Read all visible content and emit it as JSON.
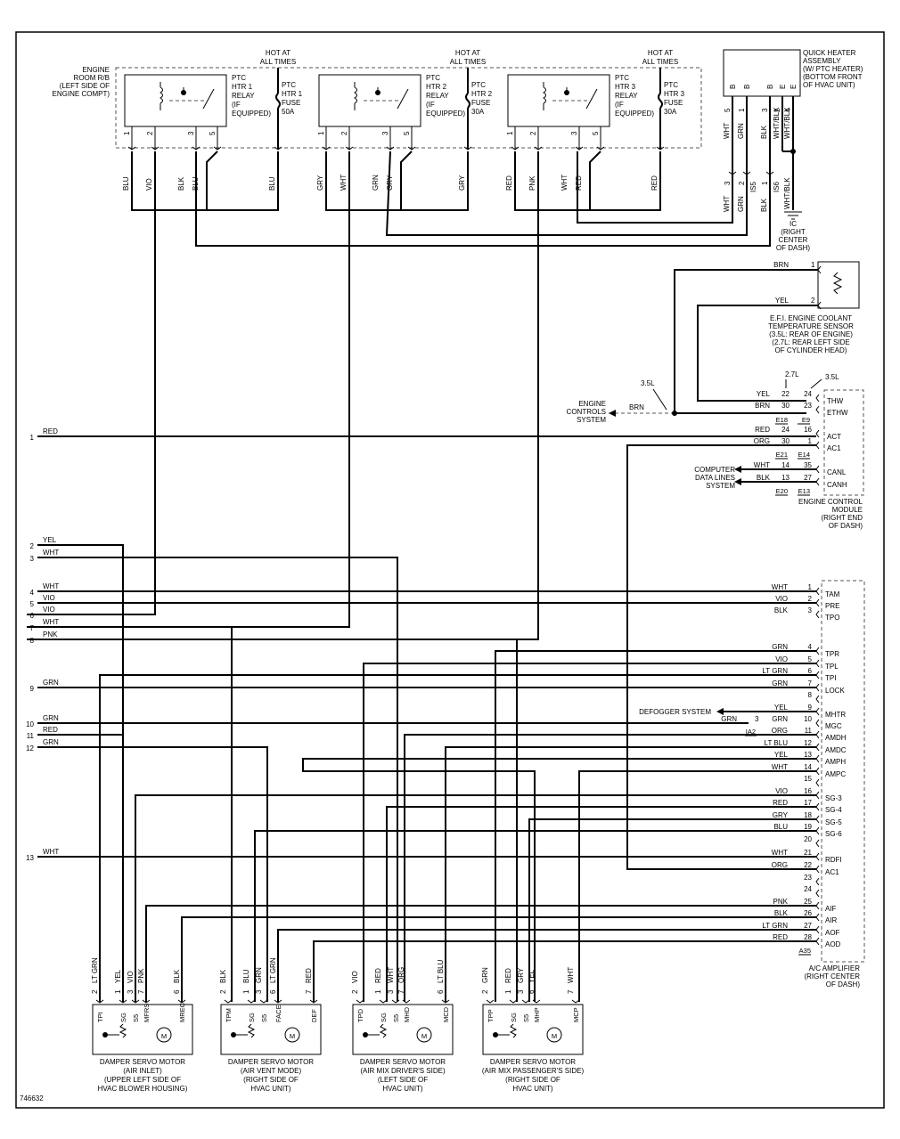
{
  "hot_label": [
    "HOT AT",
    "ALL TIMES"
  ],
  "engine_rb": [
    "ENGINE",
    "ROOM R/B",
    "(LEFT SIDE OF",
    "ENGINE COMPT)"
  ],
  "relays": [
    {
      "lines": [
        "PTC",
        "HTR 1",
        "RELAY",
        "(IF",
        "EQUIPPED)"
      ],
      "fuse": [
        "PTC",
        "HTR 1",
        "FUSE",
        "50A"
      ],
      "pins": [
        "1",
        "2",
        "3",
        "5"
      ],
      "wires": [
        "BLU",
        "VIO",
        "BLK",
        "BLU",
        "BLU"
      ]
    },
    {
      "lines": [
        "PTC",
        "HTR 2",
        "RELAY",
        "(IF",
        "EQUIPPED)"
      ],
      "fuse": [
        "PTC",
        "HTR 2",
        "FUSE",
        "30A"
      ],
      "pins": [
        "1",
        "2",
        "3",
        "5"
      ],
      "wires": [
        "GRY",
        "WHT",
        "GRN",
        "GRY",
        "GRY"
      ]
    },
    {
      "lines": [
        "PTC",
        "HTR 3",
        "RELAY",
        "(IF",
        "EQUIPPED)"
      ],
      "fuse": [
        "PTC",
        "HTR 3",
        "FUSE",
        "30A"
      ],
      "pins": [
        "1",
        "2",
        "3",
        "5"
      ],
      "wires": [
        "RED",
        "PNK",
        "WHT",
        "RED",
        "RED"
      ]
    }
  ],
  "quick_heater": {
    "title": [
      "QUICK HEATER",
      "ASSEMBLY",
      "(W/ PTC HEATER)",
      "(BOTTOM FRONT",
      "OF HVAC UNIT)"
    ],
    "terms": [
      "B",
      "B",
      "B",
      "E",
      "E"
    ],
    "pins": [
      "5",
      "1",
      "3",
      "2",
      "4"
    ],
    "wires": [
      "WHT",
      "GRN",
      "BLK",
      "WHT/BLK",
      "WHT/BLK"
    ],
    "lower_wires": [
      "WHT",
      "GRN",
      "BLK",
      "WHT/BLK"
    ],
    "lower_pins": [
      "3",
      "2",
      "1"
    ],
    "connectors": [
      "IS5",
      "IS6"
    ],
    "ground": [
      "IC",
      "(RIGHT",
      "CENTER",
      "OF DASH)"
    ]
  },
  "sensor": {
    "title": [
      "E.F.I. ENGINE COOLANT",
      "TEMPERATURE SENSOR",
      "(3.5L: REAR OF ENGINE)",
      "(2.7L: REAR LEFT SIDE",
      "OF CYLINDER HEAD)"
    ],
    "pins": [
      "1",
      "2"
    ],
    "wires": [
      "BRN",
      "YEL"
    ]
  },
  "engine_controls": {
    "label": [
      "ENGINE",
      "CONTROLS",
      "SYSTEM"
    ],
    "wire": "BRN",
    "engine": "3.5L"
  },
  "ecm": {
    "title": [
      "ENGINE CONTROL",
      "MODULE",
      "(RIGHT END",
      "OF DASH)"
    ],
    "engines": [
      "2.7L",
      "3.5L"
    ],
    "rows": [
      {
        "wire": "YEL",
        "p1": "22",
        "p2": "24",
        "term": "THW"
      },
      {
        "wire": "BRN",
        "p1": "30",
        "p2": "23",
        "term": "ETHW"
      },
      {
        "wire": "RED",
        "p1": "24",
        "p2": "16",
        "term": "ACT"
      },
      {
        "wire": "ORG",
        "p1": "30",
        "p2": "1",
        "term": "AC1"
      },
      {
        "wire": "WHT",
        "p1": "14",
        "p2": "35",
        "term": "CANL"
      },
      {
        "wire": "BLK",
        "p1": "13",
        "p2": "27",
        "term": "CANH"
      }
    ],
    "connectors": [
      "E18",
      "E9",
      "E21",
      "E14",
      "E20",
      "E13"
    ]
  },
  "computer_data": [
    "COMPUTER",
    "DATA LINES",
    "SYSTEM"
  ],
  "defogger": {
    "label": "DEFOGGER SYSTEM",
    "wire": "GRN",
    "pin": "3",
    "connector": "IA2"
  },
  "left_lines": [
    {
      "num": "1",
      "wire": "RED"
    },
    {
      "num": "2",
      "wire": "YEL"
    },
    {
      "num": "3",
      "wire": "WHT"
    },
    {
      "num": "4",
      "wire": "WHT"
    },
    {
      "num": "5",
      "wire": "VIO"
    },
    {
      "num": "6",
      "wire": "VIO"
    },
    {
      "num": "7",
      "wire": "WHT"
    },
    {
      "num": "8",
      "wire": "PNK"
    },
    {
      "num": "9",
      "wire": "GRN"
    },
    {
      "num": "10",
      "wire": "GRN"
    },
    {
      "num": "11",
      "wire": "RED"
    },
    {
      "num": "12",
      "wire": "GRN"
    },
    {
      "num": "13",
      "wire": "WHT"
    }
  ],
  "amplifier": {
    "title": [
      "A/C AMPLIFIER",
      "(RIGHT CENTER",
      "OF DASH)"
    ],
    "connector": "A35",
    "rows": [
      {
        "pin": "1",
        "wire": "WHT",
        "term": "TAM"
      },
      {
        "pin": "2",
        "wire": "VIO",
        "term": "PRE"
      },
      {
        "pin": "3",
        "wire": "BLK",
        "term": "TPO"
      },
      {
        "pin": "4",
        "wire": "GRN",
        "term": "TPR"
      },
      {
        "pin": "5",
        "wire": "VIO",
        "term": "TPL"
      },
      {
        "pin": "6",
        "wire": "LT GRN",
        "term": "TPI"
      },
      {
        "pin": "7",
        "wire": "GRN",
        "term": "LOCK"
      },
      {
        "pin": "8",
        "wire": "",
        "term": ""
      },
      {
        "pin": "9",
        "wire": "YEL",
        "term": "MHTR"
      },
      {
        "pin": "10",
        "wire": "GRN",
        "term": "MGC"
      },
      {
        "pin": "11",
        "wire": "ORG",
        "term": "AMDH"
      },
      {
        "pin": "12",
        "wire": "LT BLU",
        "term": "AMDC"
      },
      {
        "pin": "13",
        "wire": "YEL",
        "term": "AMPH"
      },
      {
        "pin": "14",
        "wire": "WHT",
        "term": "AMPC"
      },
      {
        "pin": "15",
        "wire": "",
        "term": ""
      },
      {
        "pin": "16",
        "wire": "VIO",
        "term": "SG-3"
      },
      {
        "pin": "17",
        "wire": "RED",
        "term": "SG-4"
      },
      {
        "pin": "18",
        "wire": "GRY",
        "term": "SG-5"
      },
      {
        "pin": "19",
        "wire": "BLU",
        "term": "SG-6"
      },
      {
        "pin": "20",
        "wire": "",
        "term": ""
      },
      {
        "pin": "21",
        "wire": "WHT",
        "term": "RDFI"
      },
      {
        "pin": "22",
        "wire": "ORG",
        "term": "AC1"
      },
      {
        "pin": "23",
        "wire": "",
        "term": ""
      },
      {
        "pin": "24",
        "wire": "",
        "term": ""
      },
      {
        "pin": "25",
        "wire": "PNK",
        "term": "AIF"
      },
      {
        "pin": "26",
        "wire": "BLK",
        "term": "AIR"
      },
      {
        "pin": "27",
        "wire": "LT GRN",
        "term": "AOF"
      },
      {
        "pin": "28",
        "wire": "RED",
        "term": "AOD"
      }
    ]
  },
  "motors": [
    {
      "title": [
        "DAMPER SERVO MOTOR",
        "(AIR INLET)",
        "(UPPER LEFT SIDE OF",
        "HVAC BLOWER HOUSING)"
      ],
      "pins": [
        {
          "n": "2",
          "w": "LT GRN"
        },
        {
          "n": "1",
          "w": "YEL"
        },
        {
          "n": "3",
          "w": "VIO"
        },
        {
          "n": "7",
          "w": "PNK"
        },
        {
          "n": "6",
          "w": "BLK"
        }
      ],
      "terms": [
        "TPI",
        "SG",
        "S5",
        "MFRS",
        "MREC"
      ]
    },
    {
      "title": [
        "DAMPER SERVO MOTOR",
        "(AIR VENT MODE)",
        "(RIGHT SIDE OF",
        "HVAC UNIT)"
      ],
      "pins": [
        {
          "n": "2",
          "w": "BLK"
        },
        {
          "n": "1",
          "w": "BLU"
        },
        {
          "n": "3",
          "w": "GRN"
        },
        {
          "n": "6",
          "w": "LT GRN"
        },
        {
          "n": "7",
          "w": "RED"
        }
      ],
      "terms": [
        "TPM",
        "SG",
        "S5",
        "FACE",
        "DEF"
      ]
    },
    {
      "title": [
        "DAMPER SERVO MOTOR",
        "(AIR MIX DRIVER'S SIDE)",
        "(LEFT SIDE OF",
        "HVAC UNIT)"
      ],
      "pins": [
        {
          "n": "2",
          "w": "VIO"
        },
        {
          "n": "1",
          "w": "RED"
        },
        {
          "n": "3",
          "w": "WHT"
        },
        {
          "n": "7",
          "w": "ORG"
        },
        {
          "n": "6",
          "w": "LT BLU"
        }
      ],
      "terms": [
        "TPD",
        "SG",
        "S5",
        "MHD",
        "MCD"
      ]
    },
    {
      "title": [
        "DAMPER SERVO MOTOR",
        "(AIR MIX PASSENGER'S SIDE)",
        "(RIGHT SIDE OF",
        "HVAC UNIT)"
      ],
      "pins": [
        {
          "n": "2",
          "w": "GRN"
        },
        {
          "n": "1",
          "w": "RED"
        },
        {
          "n": "3",
          "w": "GRY"
        },
        {
          "n": "6",
          "w": "YEL"
        },
        {
          "n": "7",
          "w": "WHT"
        }
      ],
      "terms": [
        "TPP",
        "SG",
        "S5",
        "MHP",
        "MCP"
      ]
    }
  ],
  "figure_id": "746632"
}
